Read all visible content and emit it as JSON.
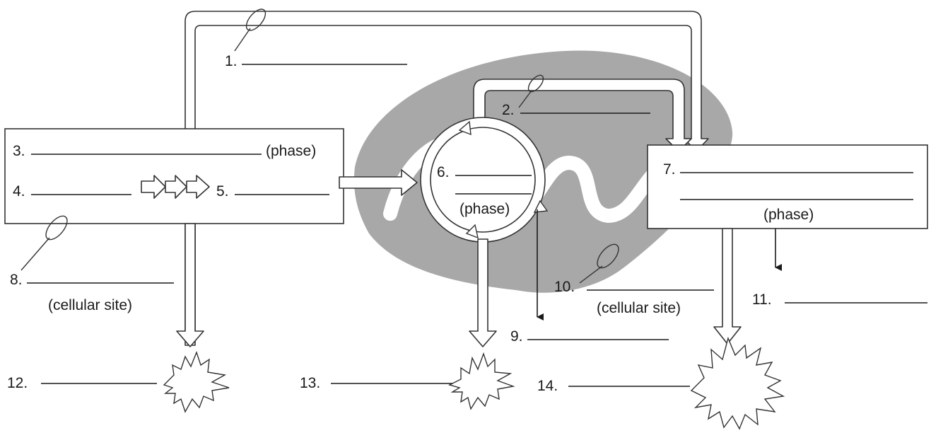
{
  "labels": {
    "n1": "1.",
    "n2": "2.",
    "n3": "3.",
    "n3_suffix": "(phase)",
    "n4": "4.",
    "n5": "5.",
    "n6": "6.",
    "n6_suffix": "(phase)",
    "n7": "7.",
    "n7_suffix": "(phase)",
    "n8": "8.",
    "n8_suffix": "(cellular site)",
    "n9": "9.",
    "n10": "10.",
    "n10_suffix": "(cellular site)",
    "n11": "11.",
    "n12": "12.",
    "n13": "13.",
    "n14": "14."
  },
  "colors": {
    "mitochondrion": "#a8a8a8",
    "outline": "#333333",
    "text": "#1a1a1a"
  }
}
